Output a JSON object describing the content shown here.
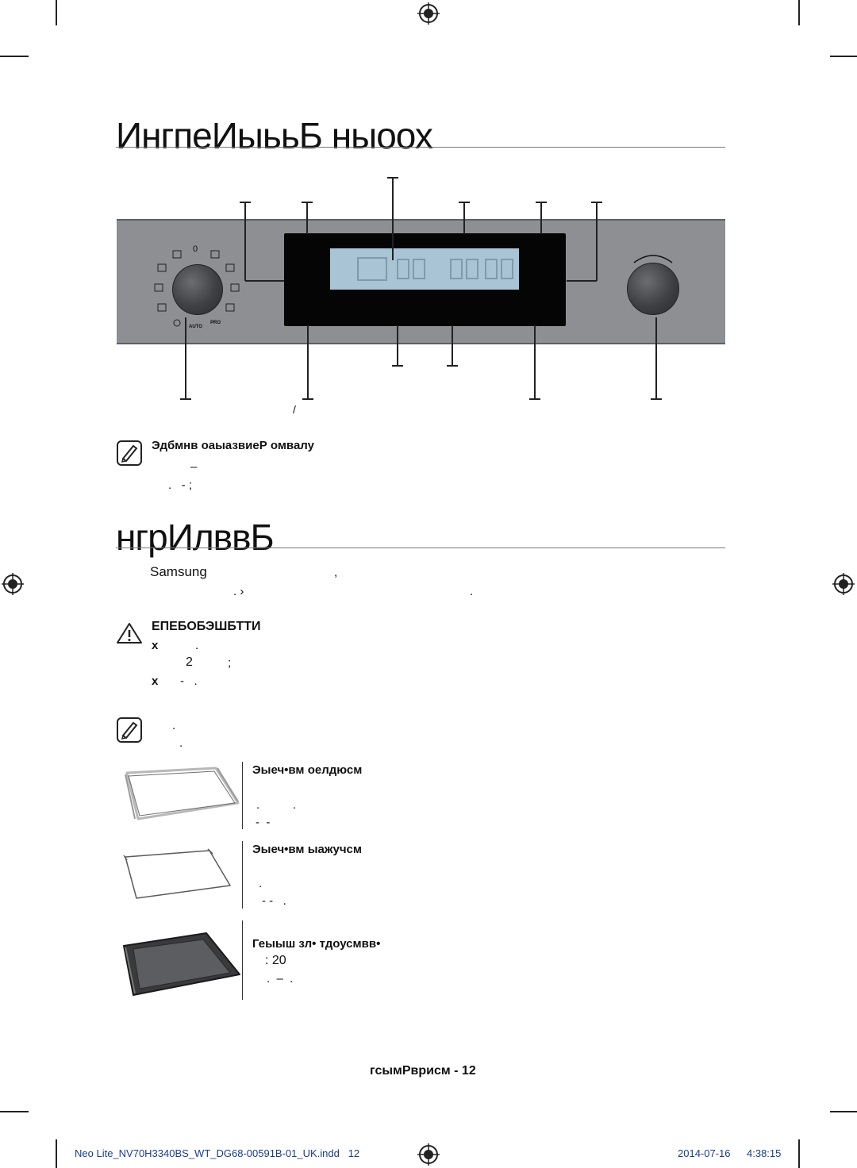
{
  "page": {
    "heading_panel": "ИнгпеИыььБ ныоох",
    "heading_accessories": "нгрИлввБ",
    "page_number": "гсымРврисм - 12"
  },
  "panel": {
    "slash": "/",
    "dial_symbol_top": "0",
    "dial_label_auto": "AUTO",
    "dial_label_pro": "PRO"
  },
  "note1": {
    "title": "Эдбмнв оаыазвиеР омвалу",
    "line1": "–",
    "line2": ".   - ;"
  },
  "accessories": {
    "intro_brand": "Samsung",
    "intro_comma": ",",
    "intro_line2_a": ". ›",
    "intro_line2_b": "."
  },
  "warning": {
    "title": "ЕПЕБОБЭШБТТИ",
    "bullet": "x",
    "line1": ".",
    "line2_num": "2",
    "line2_end": ";",
    "line3": "-   ."
  },
  "note2": {
    "line1": ".",
    "line2": "."
  },
  "items": [
    {
      "title": "Эыеч•вм оелдюсм",
      "line1": ".          .",
      "line2": "-  -"
    },
    {
      "title": "Эыеч•вм ыажучсм",
      "line1": ".",
      "line2": "- -   ."
    },
    {
      "title": "Геыыш зл• тдоусмвв•",
      "line1": ": 20",
      "line2": ".  –  ."
    }
  ],
  "footer": {
    "file": "Neo Lite_NV70H3340BS_WT_DG68-00591B-01_UK.indd   12",
    "date": "2014-07-16",
    "time": "4:38:15"
  },
  "colors": {
    "panel_gray": "#8d8f93",
    "display_black": "#050505",
    "lcd": "#a9c4d4",
    "footer_text": "#1a3c8c"
  }
}
